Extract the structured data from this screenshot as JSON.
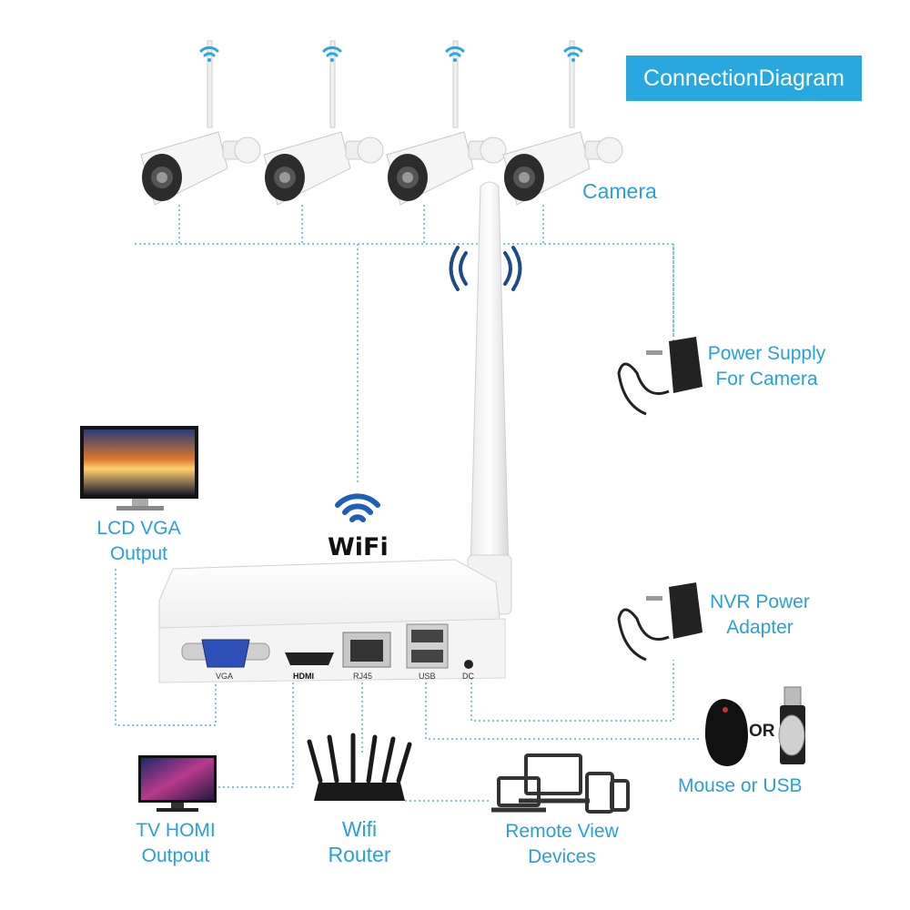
{
  "title": "ConnectionDiagram",
  "labels": {
    "camera": "Camera",
    "power_supply_line1": "Power Supply",
    "power_supply_line2": "For Camera",
    "lcd_line1": "LCD VGA",
    "lcd_line2": "Output",
    "wifi": "WiFi",
    "nvr_power_line1": "NVR Power",
    "nvr_power_line2": "Adapter",
    "mouse_or_usb": "Mouse or USB",
    "or": "OR",
    "tv_line1": "TV HOMI",
    "tv_line2": "Outpout",
    "router_line1": "Wifi",
    "router_line2": "Router",
    "remote_line1": "Remote View",
    "remote_line2": "Devices"
  },
  "ports": {
    "vga": "VGA",
    "hdmi": "HDMI",
    "rj45": "RJ45",
    "usb": "USB",
    "dc": "DC"
  },
  "colors": {
    "accent": "#29a8df",
    "label": "#2aa0d8",
    "connector_line": "#7fc6e6",
    "device_white": "#f4f4f4",
    "screen_sunset": "#f0a030"
  },
  "icons": {
    "camera": "bullet-camera-icon",
    "wifi": "wifi-icon",
    "adapter": "power-adapter-icon",
    "monitor": "monitor-icon",
    "router": "router-icon",
    "devices": "devices-icon",
    "mouse": "mouse-icon",
    "usb": "usb-drive-icon"
  }
}
